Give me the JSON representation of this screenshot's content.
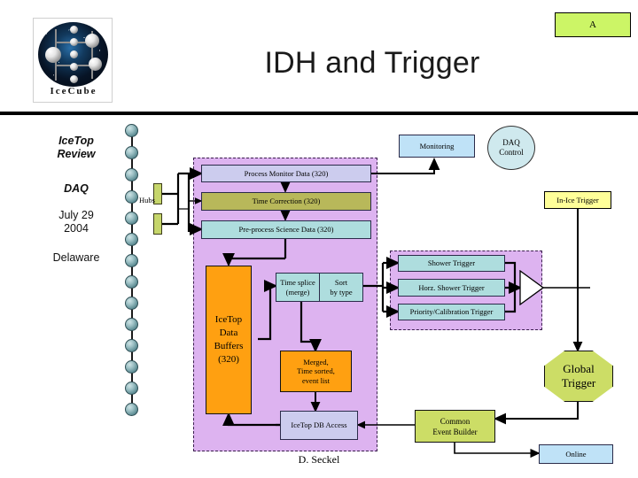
{
  "slide": {
    "corner_badge": "A",
    "title": "IDH and Trigger",
    "footer": "D. Seckel"
  },
  "logo": {
    "wordmark": "IceCube"
  },
  "sidebar": {
    "line1": "IceTop",
    "line2": "Review",
    "line3": "DAQ",
    "line4": "July 29",
    "line5": "2004",
    "line6": "Delaware"
  },
  "hubs": {
    "label": "Hubs"
  },
  "idh": {
    "process_monitor": "Process Monitor Data (320)",
    "time_correction": "Time Correction (320)",
    "preprocess_science": "Pre-process Science Data (320)",
    "data_buffers": "IceTop\nData\nBuffers\n(320)",
    "data_buffers_l1": "IceTop",
    "data_buffers_l2": "Data",
    "data_buffers_l3": "Buffers",
    "data_buffers_l4": "(320)",
    "time_splice_l1": "Time splice",
    "time_splice_l2": "(merge)",
    "sort_l1": "Sort",
    "sort_l2": "by type",
    "merged_l1": "Merged,",
    "merged_l2": "Time sorted,",
    "merged_l3": "event list",
    "db_access": "IceTop DB Access"
  },
  "right": {
    "monitoring": "Monitoring",
    "daq_control_l1": "DAQ",
    "daq_control_l2": "Control",
    "in_ice_trigger": "In-Ice Trigger",
    "shower_trigger": "Shower Trigger",
    "horz_shower_trigger": "Horz. Shower Trigger",
    "priority_calibration_trigger": "Priority/Calibration Trigger",
    "global_trigger_l1": "Global",
    "global_trigger_l2": "Trigger",
    "common_event_builder_l1": "Common",
    "common_event_builder_l2": "Event Builder",
    "online": "Online"
  },
  "colors": {
    "badge_green": "#ccf566",
    "region_purple": "#ddb3f0",
    "lavender": "#ccccee",
    "olive": "#b8b85a",
    "cyan": "#aeddde",
    "orange": "#ffa011",
    "light_blue": "#bfe2f7",
    "yellow": "#ffff99",
    "green": "#ccdd66",
    "hub_green": "#c6d66b"
  }
}
